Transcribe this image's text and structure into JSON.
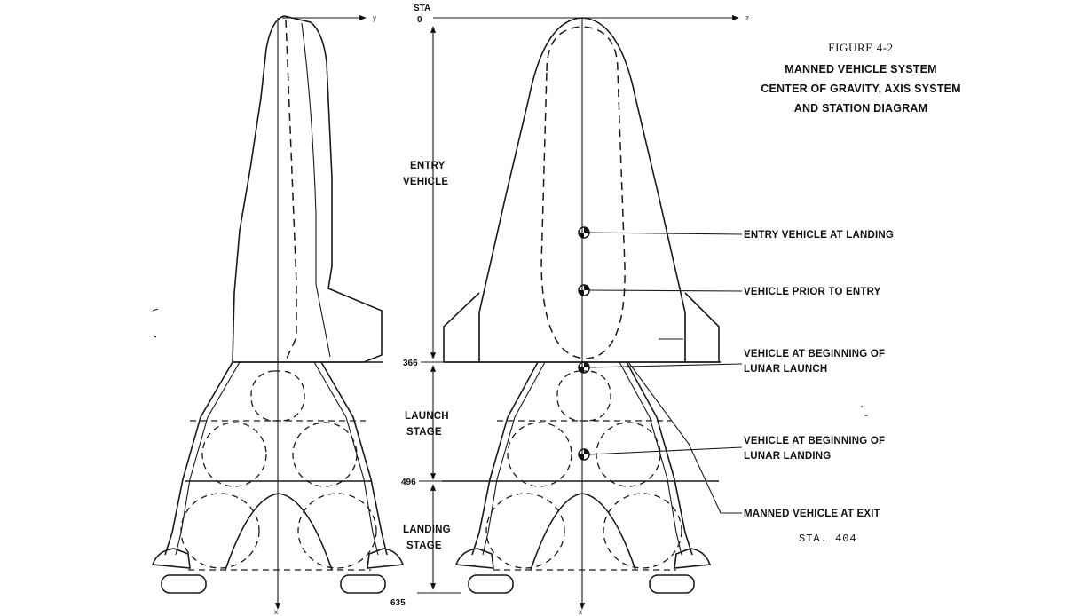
{
  "figure": {
    "number": "FIGURE 4-2",
    "title_lines": [
      "MANNED VEHICLE SYSTEM",
      "CENTER OF GRAVITY, AXIS SYSTEM",
      "AND STATION DIAGRAM"
    ]
  },
  "axes": {
    "side_view_axis": "y",
    "front_view_axis": "z",
    "vertical_axis": "x"
  },
  "stations": {
    "header": "STA",
    "top": "0",
    "entry_launch": "366",
    "launch_landing": "496",
    "bottom": "635"
  },
  "sections": {
    "entry": [
      "ENTRY",
      "VEHICLE"
    ],
    "launch": [
      "LAUNCH",
      "STAGE"
    ],
    "landing": [
      "LANDING",
      "STAGE"
    ]
  },
  "cg_labels": {
    "entry_at_landing": "ENTRY VEHICLE AT LANDING",
    "prior_to_entry": "VEHICLE PRIOR TO ENTRY",
    "lunar_launch": [
      "VEHICLE AT BEGINNING OF",
      "LUNAR LAUNCH"
    ],
    "lunar_landing": [
      "VEHICLE AT BEGINNING OF",
      "LUNAR LANDING"
    ],
    "at_exit": "MANNED VEHICLE AT EXIT"
  },
  "note": "STA. 404"
}
